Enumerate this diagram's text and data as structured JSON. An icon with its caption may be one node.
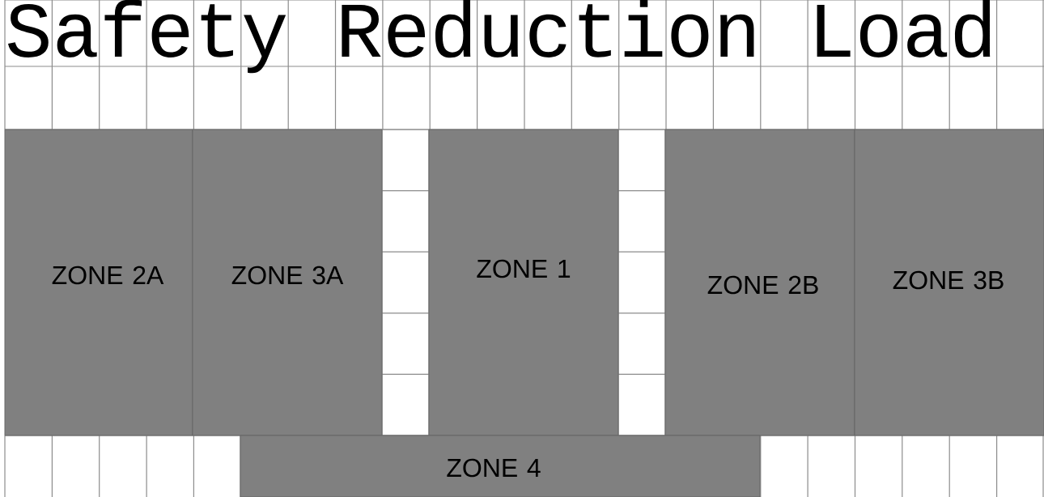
{
  "diagram": {
    "title": "Safety Reduction Load",
    "nodes": [
      {
        "text": [
          "ZONE 2A"
        ]
      },
      {
        "text": [
          "ZONE 3A"
        ]
      },
      {
        "text": [
          "ZONE 1"
        ]
      },
      {
        "text": [
          "ZONE 2B"
        ]
      },
      {
        "text": [
          "ZONE 3B"
        ]
      },
      {
        "text": [
          "ZONE 4"
        ]
      }
    ],
    "edges": []
  }
}
